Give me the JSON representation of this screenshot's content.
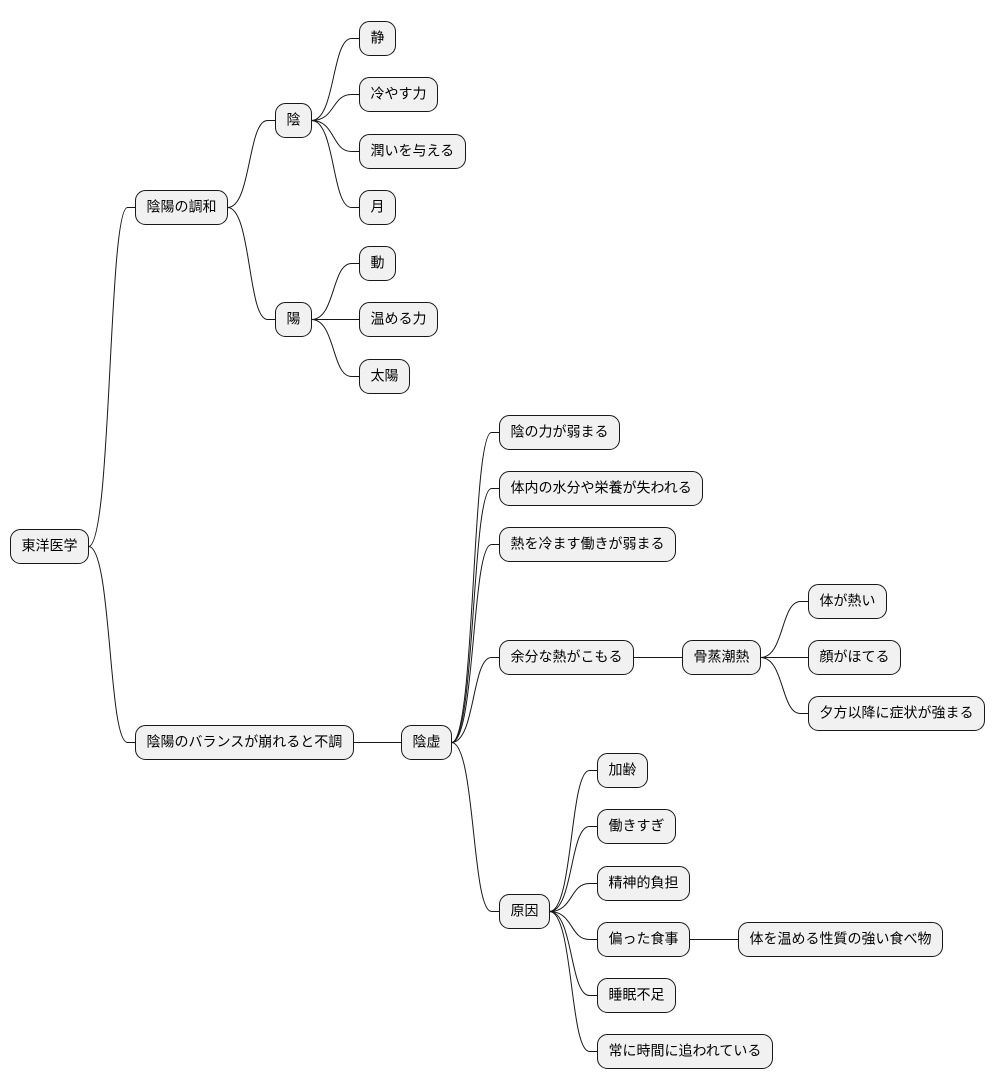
{
  "root": {
    "id": "root",
    "label": "東洋医学",
    "children": [
      {
        "id": "harmony",
        "label": "陰陽の調和",
        "children": [
          {
            "id": "yin",
            "label": "陰",
            "children": [
              {
                "id": "yin-still",
                "label": "静"
              },
              {
                "id": "yin-cool",
                "label": "冷やす力"
              },
              {
                "id": "yin-moist",
                "label": "潤いを与える"
              },
              {
                "id": "yin-moon",
                "label": "月"
              }
            ]
          },
          {
            "id": "yang",
            "label": "陽",
            "children": [
              {
                "id": "yang-move",
                "label": "動"
              },
              {
                "id": "yang-warm",
                "label": "温める力"
              },
              {
                "id": "yang-sun",
                "label": "太陽"
              }
            ]
          }
        ]
      },
      {
        "id": "imbalance",
        "label": "陰陽のバランスが崩れると不調",
        "children": [
          {
            "id": "yin-deficiency",
            "label": "陰虚",
            "children": [
              {
                "id": "yin-weak",
                "label": "陰の力が弱まる"
              },
              {
                "id": "fluid-loss",
                "label": "体内の水分や栄養が失われる"
              },
              {
                "id": "cooling-weak",
                "label": "熱を冷ます働きが弱まる"
              },
              {
                "id": "excess-heat",
                "label": "余分な熱がこもる",
                "children": [
                  {
                    "id": "bone-steaming",
                    "label": "骨蒸潮熱",
                    "children": [
                      {
                        "id": "body-hot",
                        "label": "体が熱い"
                      },
                      {
                        "id": "face-flush",
                        "label": "顔がほてる"
                      },
                      {
                        "id": "evening-worse",
                        "label": "夕方以降に症状が強まる"
                      }
                    ]
                  }
                ]
              },
              {
                "id": "causes",
                "label": "原因",
                "children": [
                  {
                    "id": "aging",
                    "label": "加齢"
                  },
                  {
                    "id": "overwork",
                    "label": "働きすぎ"
                  },
                  {
                    "id": "mental-burden",
                    "label": "精神的負担"
                  },
                  {
                    "id": "unbalanced-diet",
                    "label": "偏った食事",
                    "children": [
                      {
                        "id": "warming-foods",
                        "label": "体を温める性質の強い食べ物"
                      }
                    ]
                  },
                  {
                    "id": "lack-sleep",
                    "label": "睡眠不足"
                  },
                  {
                    "id": "time-pressure",
                    "label": "常に時間に追われている"
                  }
                ]
              }
            ]
          }
        ]
      }
    ]
  }
}
